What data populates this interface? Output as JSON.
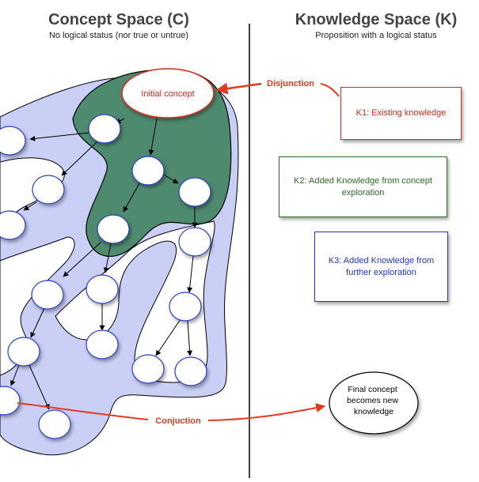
{
  "concept_space": {
    "title": "Concept Space (C)",
    "subtitle": "No logical status (nor true or untrue)"
  },
  "knowledge_space": {
    "title": "Knowledge Space (K)",
    "subtitle": "Proposition with a logical status"
  },
  "nodes": {
    "initial_concept": "Initial concept",
    "final_concept": "Final concept becomes new knowledge"
  },
  "arrow_labels": {
    "disjunction": "Disjunction",
    "conjunction": "Conjuction"
  },
  "knowledge_boxes": {
    "k1": "K1: Existing knowledge",
    "k2": "K2: Added Knowledge from concept exploration",
    "k3": "K3: Added Knowledge from further exploration"
  },
  "colors": {
    "concept_region_fill": "#c9cff5",
    "explored_region_fill": "#4e8a6e",
    "node_stroke": "#2c3fc9",
    "red_accent": "#e53a1f",
    "k1_color": "#d9291c",
    "k2_color": "#2f6b2a",
    "k3_color": "#2434c8"
  }
}
